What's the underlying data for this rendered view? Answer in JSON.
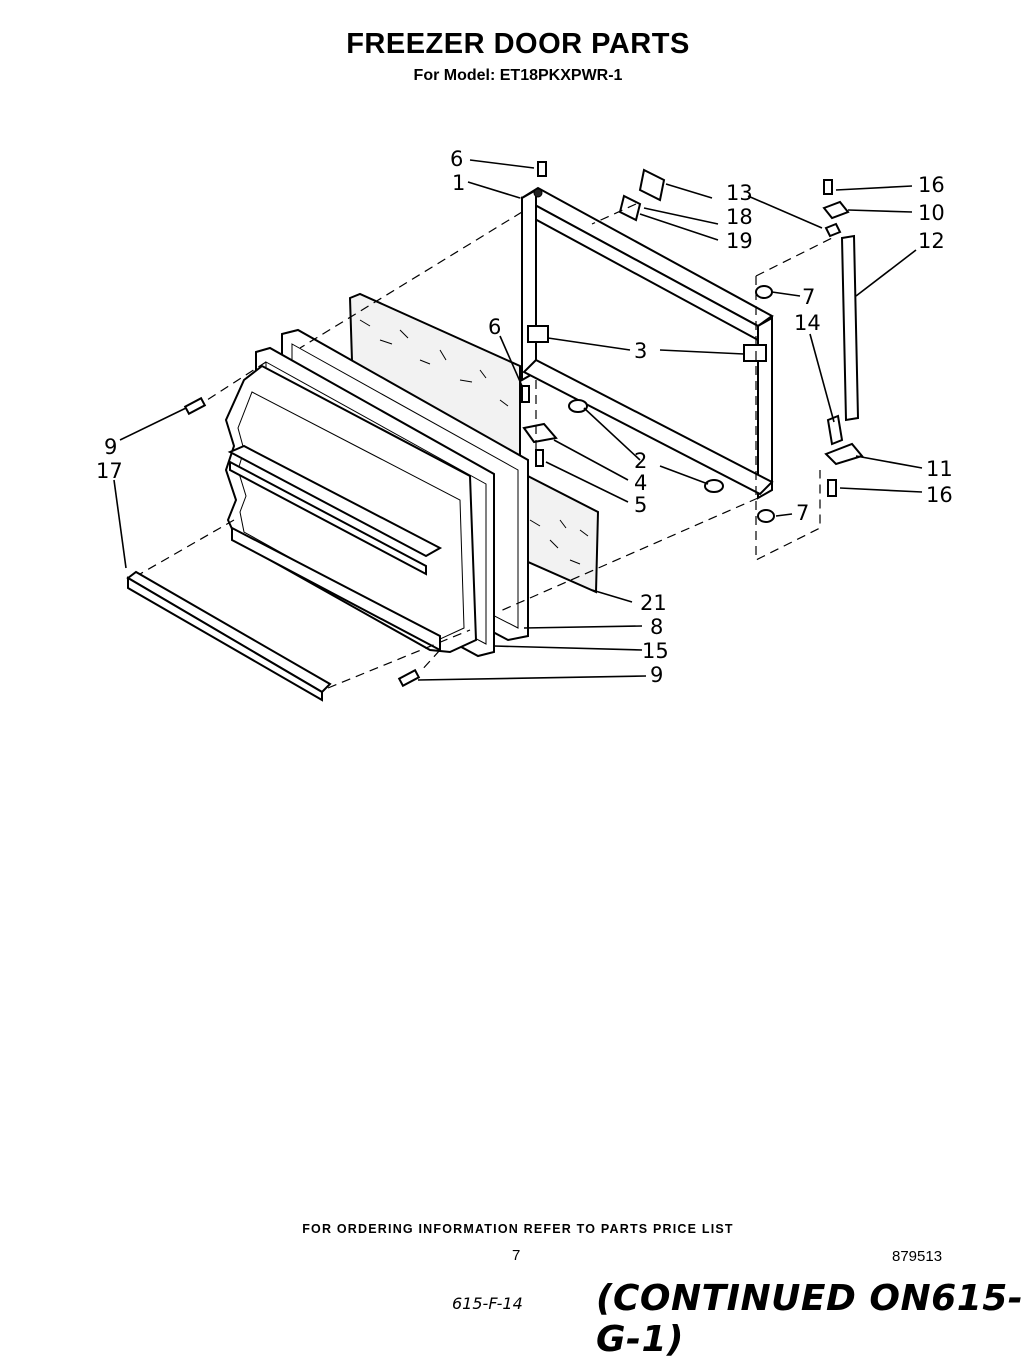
{
  "header": {
    "title": "FREEZER DOOR PARTS",
    "subtitle": "For Model: ET18PKXPWR-1"
  },
  "callouts": {
    "c1": "1",
    "c2": "2",
    "c3": "3",
    "c4": "4",
    "c5": "5",
    "c6a": "6",
    "c6b": "6",
    "c7a": "7",
    "c7b": "7",
    "c8": "8",
    "c9a": "9",
    "c9b": "9",
    "c10": "10",
    "c11": "11",
    "c12": "12",
    "c13": "13",
    "c14": "14",
    "c15": "15",
    "c16a": "16",
    "c16b": "16",
    "c17": "17",
    "c18": "18",
    "c19": "19",
    "c21": "21"
  },
  "footer": {
    "note": "FOR ORDERING INFORMATION REFER TO PARTS PRICE LIST",
    "page_number": "7",
    "ref_number": "879513",
    "handwritten_ref": "615-F-14",
    "continued": "(CONTINUED ON615-G-1)"
  }
}
